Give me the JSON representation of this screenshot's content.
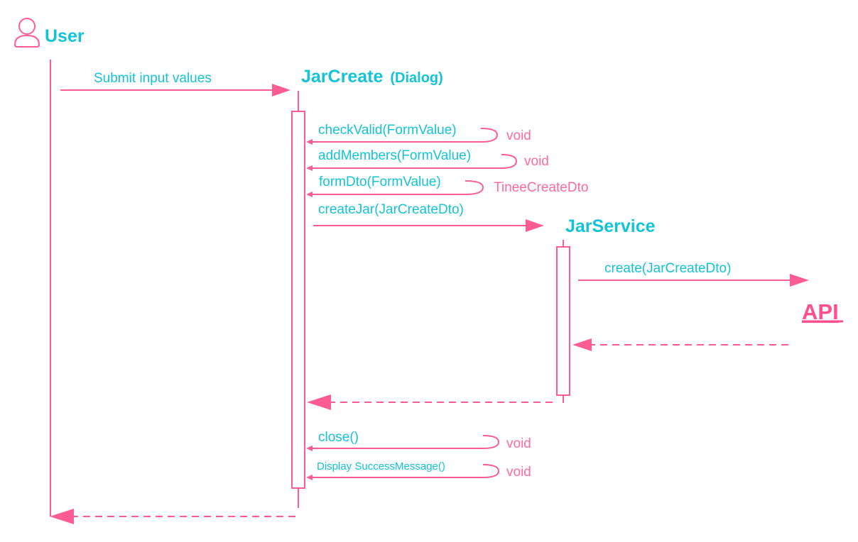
{
  "colors": {
    "accent_cyan": "#14c4d6",
    "accent_pink": "#ff5c93"
  },
  "participants": {
    "user": {
      "label": "User",
      "icon": "user-icon"
    },
    "jarcreate": {
      "label": "JarCreate",
      "suffix": "(Dialog)"
    },
    "jarservice": {
      "label": "JarService"
    },
    "api": {
      "label": "API"
    }
  },
  "messages": {
    "submit": "Submit input values",
    "check_valid": "checkValid(FormValue)",
    "check_valid_return": "void",
    "add_members": "addMembers(FormValue)",
    "add_members_return": "void",
    "form_dto": "formDto(FormValue)",
    "form_dto_return": "TineeCreateDto",
    "create_jar": "createJar(JarCreateDto)",
    "create": "create(JarCreateDto)",
    "close": "close()",
    "close_return": "void",
    "display_success": "Display SuccessMessage()",
    "display_success_return": "void"
  }
}
